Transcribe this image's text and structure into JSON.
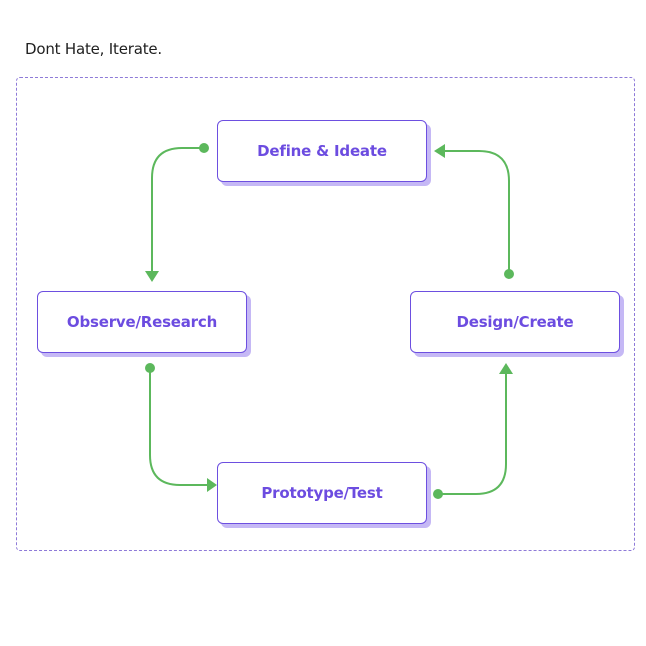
{
  "header": {
    "title": "Dont Hate, Iterate."
  },
  "diagram": {
    "nodes": {
      "define": {
        "label": "Define & Ideate"
      },
      "observe": {
        "label": "Observe/Research"
      },
      "design": {
        "label": "Design/Create"
      },
      "prototype": {
        "label": "Prototype/Test"
      }
    },
    "edges": [
      {
        "from": "Define & Ideate",
        "to": "Observe/Research"
      },
      {
        "from": "Observe/Research",
        "to": "Prototype/Test"
      },
      {
        "from": "Prototype/Test",
        "to": "Design/Create"
      },
      {
        "from": "Design/Create",
        "to": "Define & Ideate"
      }
    ]
  },
  "colors": {
    "connector": "#5cb85c",
    "node_border": "#6d4fe0",
    "node_text": "#6c4ce0",
    "node_shadow": "#c5b8f5",
    "frame_border": "#8e7ad8"
  }
}
